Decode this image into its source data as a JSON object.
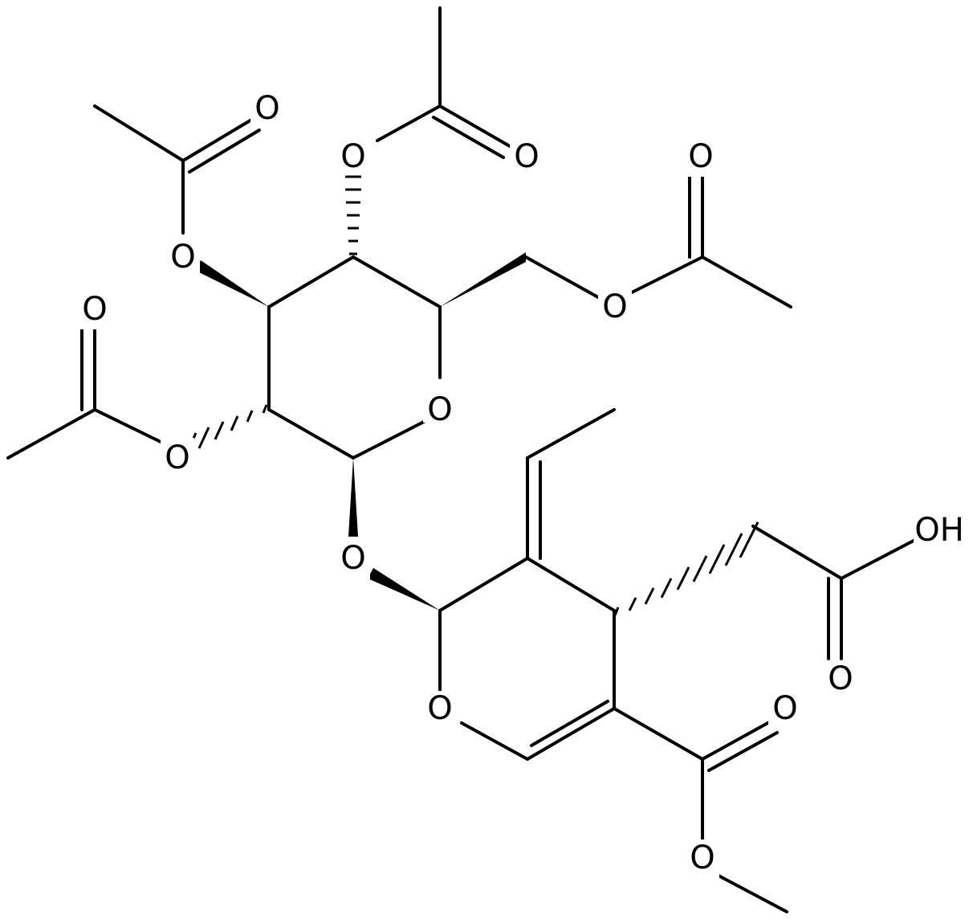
{
  "molecule": {
    "atom_labels": {
      "o_ring_sugar": "O",
      "o_glycosidic": "O",
      "o_ring_pyran": "O",
      "o_ac2_ester": "O",
      "o_ac2_carbonyl": "O",
      "o_ac3_ester": "O",
      "o_ac3_carbonyl": "O",
      "o_ac4_ester": "O",
      "o_ac4_carbonyl": "O",
      "o_ac6_ester": "O",
      "o_ac6_carbonyl": "O",
      "oh_acid": "OH",
      "o_acid_carbonyl": "O",
      "o_ester_carbonyl": "O",
      "o_ester_methoxy": "O"
    }
  }
}
